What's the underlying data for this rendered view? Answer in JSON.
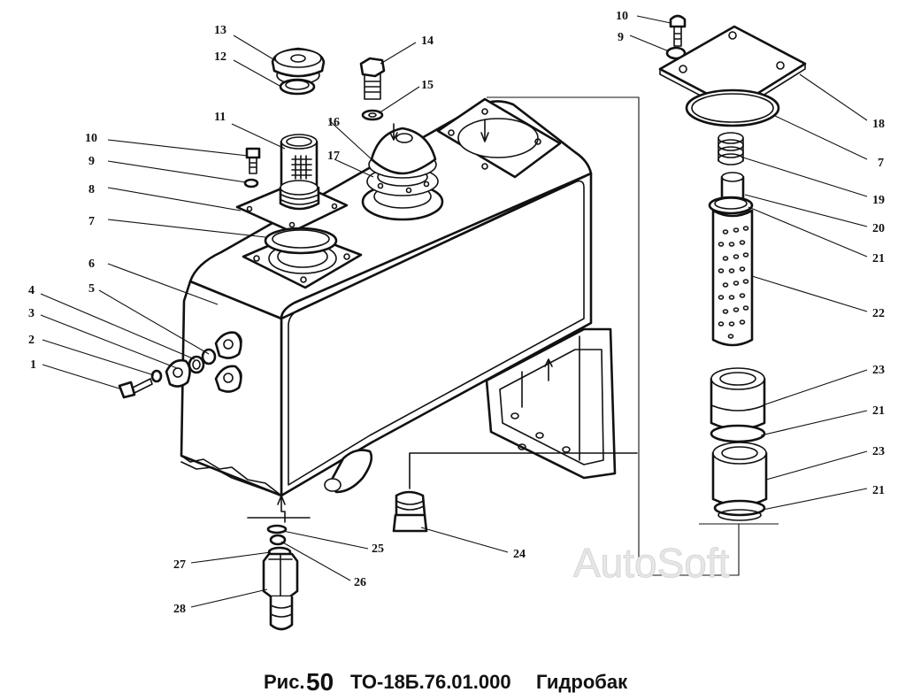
{
  "labels": [
    {
      "id": "c13",
      "text": "13"
    },
    {
      "id": "c12",
      "text": "12"
    },
    {
      "id": "c14",
      "text": "14"
    },
    {
      "id": "c15",
      "text": "15"
    },
    {
      "id": "c11",
      "text": "11"
    },
    {
      "id": "c16",
      "text": "16"
    },
    {
      "id": "c17",
      "text": "17"
    },
    {
      "id": "c10a",
      "text": "10"
    },
    {
      "id": "c9a",
      "text": "9"
    },
    {
      "id": "c8",
      "text": "8"
    },
    {
      "id": "c7a",
      "text": "7"
    },
    {
      "id": "c6",
      "text": "6"
    },
    {
      "id": "c5",
      "text": "5"
    },
    {
      "id": "c4",
      "text": "4"
    },
    {
      "id": "c3",
      "text": "3"
    },
    {
      "id": "c2",
      "text": "2"
    },
    {
      "id": "c1",
      "text": "1"
    },
    {
      "id": "c10b",
      "text": "10"
    },
    {
      "id": "c9b",
      "text": "9"
    },
    {
      "id": "c18",
      "text": "18"
    },
    {
      "id": "c7b",
      "text": "7"
    },
    {
      "id": "c19",
      "text": "19"
    },
    {
      "id": "c20",
      "text": "20"
    },
    {
      "id": "c21a",
      "text": "21"
    },
    {
      "id": "c22",
      "text": "22"
    },
    {
      "id": "c23a",
      "text": "23"
    },
    {
      "id": "c21b",
      "text": "21"
    },
    {
      "id": "c23b",
      "text": "23"
    },
    {
      "id": "c21c",
      "text": "21"
    },
    {
      "id": "c24",
      "text": "24"
    },
    {
      "id": "c25",
      "text": "25"
    },
    {
      "id": "c26",
      "text": "26"
    },
    {
      "id": "c27",
      "text": "27"
    },
    {
      "id": "c28",
      "text": "28"
    }
  ],
  "caption": {
    "prefix": "Рис.",
    "number": "50",
    "code": "ТО-18Б.76.01.000",
    "name": "Гидробак"
  },
  "watermark": "AutoSoft"
}
